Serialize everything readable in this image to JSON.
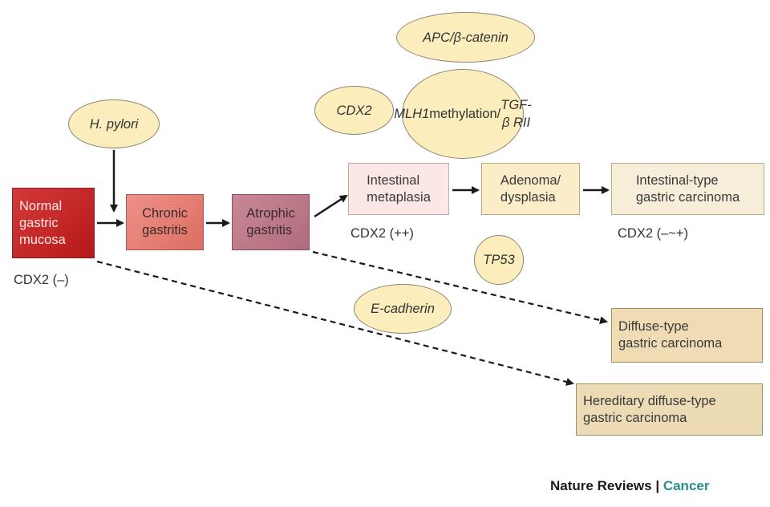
{
  "colors": {
    "arrow": "#1a1a1a",
    "oval_fill": "#fbedbc",
    "journal_accent": "#2a8f8b"
  },
  "stages": {
    "normal": "Normal\ngastric\nmucosa",
    "chronic": "Chronic\ngastritis",
    "atrophic": "Atrophic\ngastritis",
    "intestinal": "Intestinal\nmetaplasia",
    "adenoma": "Adenoma/\ndysplasia",
    "intestinal_carcinoma": "Intestinal-type\ngastric carcinoma",
    "diffuse_carcinoma": "Diffuse-type\ngastric carcinoma",
    "hereditary_carcinoma": "Hereditary diffuse-type\ngastric carcinoma"
  },
  "factors": {
    "apc": "APC/β-catenin",
    "mlh1_line1": "MLH1",
    "mlh1_line2": "methylation/",
    "mlh1_line3": "TGF-β RII",
    "cdx2": "CDX2",
    "hpylori": "H. pylori",
    "tp53": "TP53",
    "ecadherin": "E-cadherin"
  },
  "cdx2_levels": {
    "normal": "CDX2 (–)",
    "intestinal": "CDX2 (++)",
    "intestinal_carcinoma": "CDX2 (–~+)"
  },
  "credit": {
    "journal": "Nature Reviews",
    "separator": " | ",
    "section": "Cancer"
  }
}
